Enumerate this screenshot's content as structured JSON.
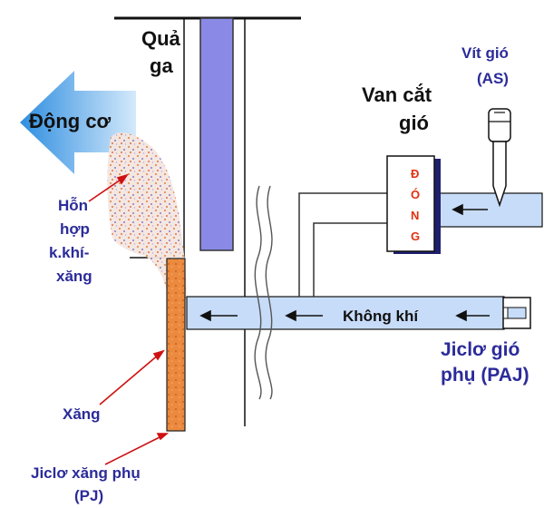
{
  "labels": {
    "engine": "Động cơ",
    "throttle_line1": "Quả",
    "throttle_line2": "ga",
    "air_cut_valve_line1": "Van cắt",
    "air_cut_valve_line2": "gió",
    "air_screw_line1": "Vít gió",
    "air_screw_line2": "(AS)",
    "valve_state": [
      "Đ",
      "Ó",
      "N",
      "G"
    ],
    "mixture_line1": "Hỗn",
    "mixture_line2": "hợp",
    "mixture_line3": "k.khí-",
    "mixture_line4": "xăng",
    "air": "Không khí",
    "pilot_air_jet_line1": "Jiclơ gió",
    "pilot_air_jet_line2": "phụ (PAJ)",
    "fuel": "Xăng",
    "pilot_jet_line1": "Jiclơ xăng phụ",
    "pilot_jet_line2": "(PJ)"
  },
  "colors": {
    "passage_fill": "#c7dcf8",
    "throttle_fill": "#8a8ae6",
    "label_blue": "#2b2b9a",
    "pointer_red": "#d01010",
    "fuel_orange": "#e8843a",
    "valve_state_red": "#e03010"
  }
}
